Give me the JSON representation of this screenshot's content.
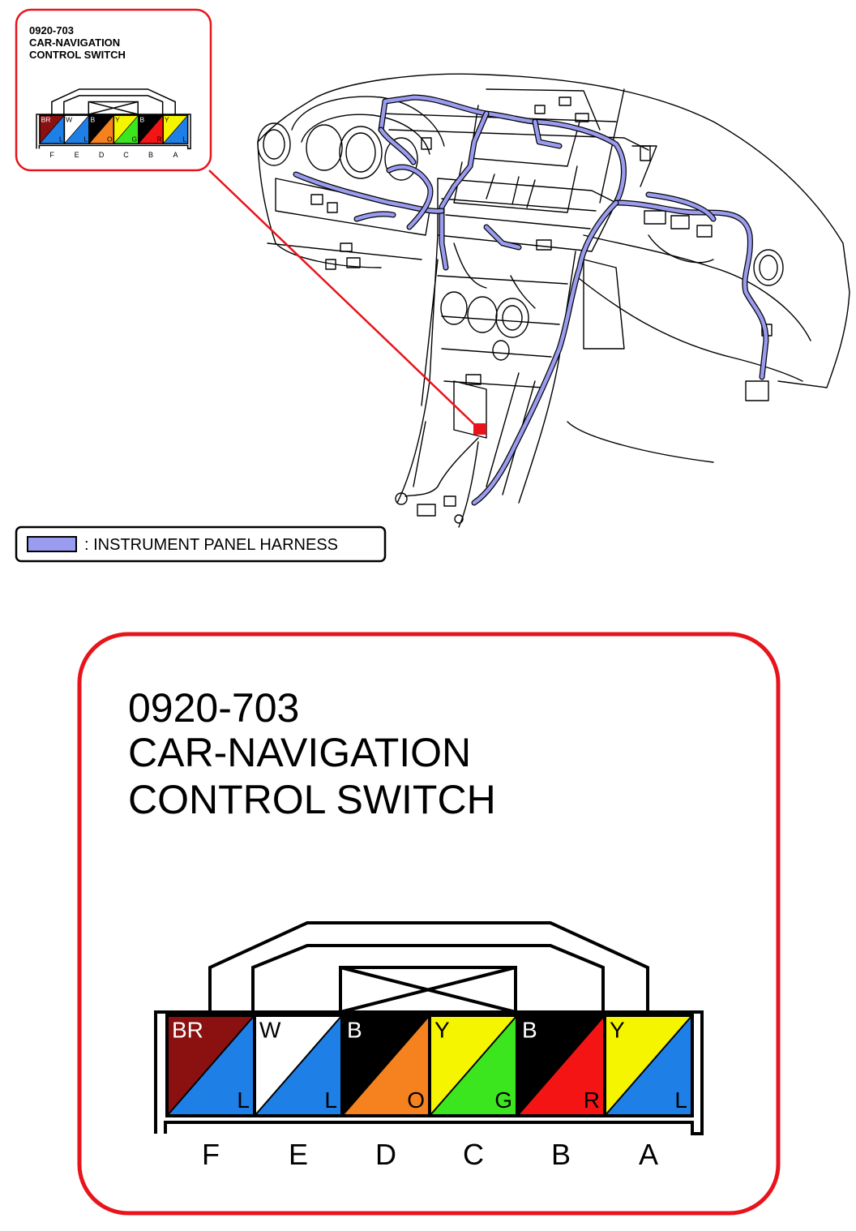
{
  "connector": {
    "code": "0920-703",
    "name_line1": "CAR-NAVIGATION",
    "name_line2": "CONTROL SWITCH"
  },
  "legend": {
    "label": ": INSTRUMENT PANEL HARNESS",
    "harness_color": "#9A9CF0"
  },
  "callout_color": "#E8141B",
  "pins": [
    {
      "letter": "F",
      "top_code": "BR",
      "bottom_code": "L",
      "top_color": "#8B1010",
      "bottom_color": "#1E7FE6",
      "top_text_color": "#ffffff",
      "bottom_text_color": "#000000"
    },
    {
      "letter": "E",
      "top_code": "W",
      "bottom_code": "L",
      "top_color": "#ffffff",
      "bottom_color": "#1E7FE6",
      "top_text_color": "#000000",
      "bottom_text_color": "#000000"
    },
    {
      "letter": "D",
      "top_code": "B",
      "bottom_code": "O",
      "top_color": "#000000",
      "bottom_color": "#F5821F",
      "top_text_color": "#ffffff",
      "bottom_text_color": "#000000"
    },
    {
      "letter": "C",
      "top_code": "Y",
      "bottom_code": "G",
      "top_color": "#F5F500",
      "bottom_color": "#3CE61E",
      "top_text_color": "#000000",
      "bottom_text_color": "#000000"
    },
    {
      "letter": "B",
      "top_code": "B",
      "bottom_code": "R",
      "top_color": "#000000",
      "bottom_color": "#F51414",
      "top_text_color": "#ffffff",
      "bottom_text_color": "#000000"
    },
    {
      "letter": "A",
      "top_code": "Y",
      "bottom_code": "L",
      "top_color": "#F5F500",
      "bottom_color": "#1E7FE6",
      "top_text_color": "#000000",
      "bottom_text_color": "#000000"
    }
  ]
}
